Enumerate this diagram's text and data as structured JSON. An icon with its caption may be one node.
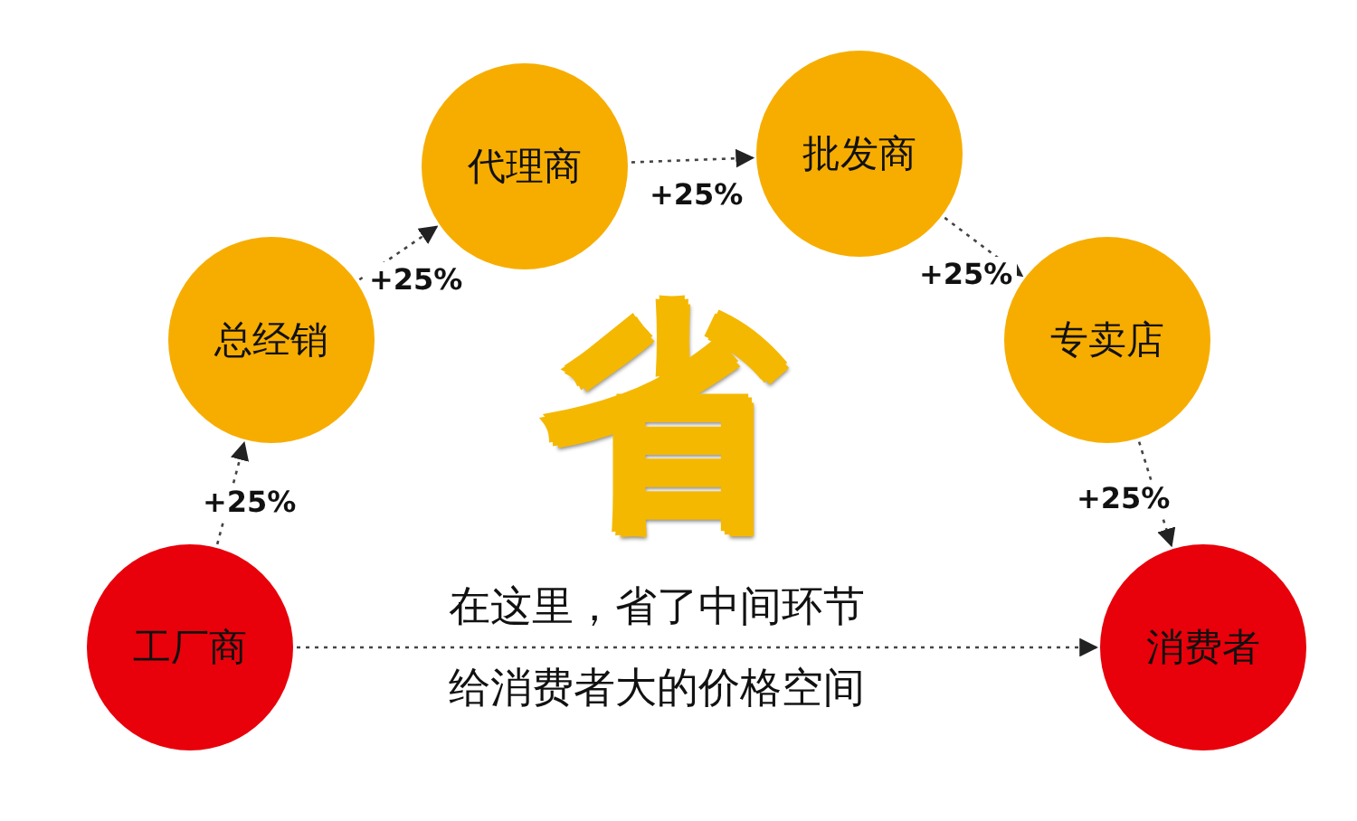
{
  "diagram": {
    "nodes": [
      {
        "text": [
          "工厂商"
        ]
      },
      {
        "text": [
          "总经销"
        ]
      },
      {
        "text": [
          "代理商"
        ]
      },
      {
        "text": [
          "批发商"
        ]
      },
      {
        "text": [
          "专卖店"
        ]
      },
      {
        "text": [
          "消费者"
        ]
      }
    ],
    "edges": [
      {
        "from": 0,
        "to": 1,
        "arrow": "to",
        "label": "+25%",
        "style": "dashed"
      },
      {
        "from": 1,
        "to": 2,
        "arrow": "to",
        "label": "+25%",
        "style": "dashed"
      },
      {
        "from": 2,
        "to": 3,
        "arrow": "to",
        "label": "+25%",
        "style": "dashed"
      },
      {
        "from": 3,
        "to": 4,
        "arrow": "to",
        "label": "+25%",
        "style": "dashed"
      },
      {
        "from": 4,
        "to": 5,
        "arrow": "to",
        "label": "+25%",
        "style": "dashed"
      },
      {
        "from": 0,
        "to": 5,
        "arrow": "to",
        "style": "dashed"
      }
    ],
    "labels": [
      "省",
      "在这里，省了中间环节",
      "给消费者大的价格空间"
    ]
  }
}
